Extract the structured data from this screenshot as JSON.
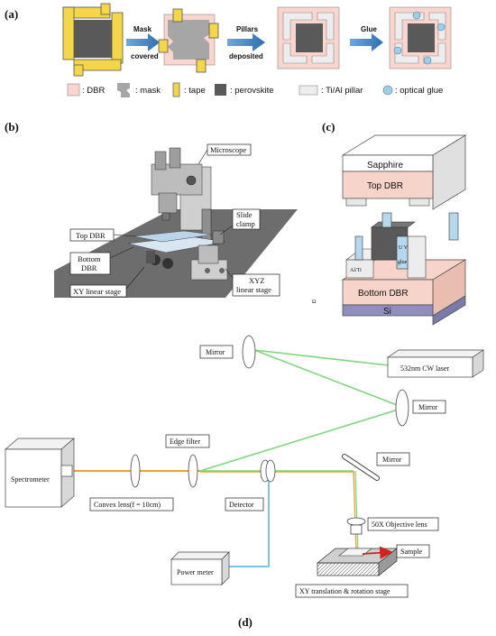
{
  "panels": {
    "a": "(a)",
    "b": "(b)",
    "c": "(c)",
    "d": "(d)"
  },
  "panel_a": {
    "step1_label_line1": "Mask",
    "step1_label_line2": "covered",
    "step2_label_line1": "Pillars",
    "step2_label_line2": "deposited",
    "step3_label": "Glue",
    "legend": {
      "dbr": ": DBR",
      "mask": ": mask",
      "tape": ": tape",
      "perovskite": ": perovskite",
      "pillar": ": Ti/Al pillar",
      "glue": ": optical glue"
    },
    "colors": {
      "dbr": "#fad5cd",
      "mask": "#a6a6a6",
      "tape": "#f5d648",
      "perovskite": "#595959",
      "pillar": "#ededed",
      "glue": "#9fcfe8"
    }
  },
  "panel_b": {
    "microscope": "Microscope",
    "slide_clamp_line1": "Slide",
    "slide_clamp_line2": "clamp",
    "top_dbr": "Top DBR",
    "bottom_dbr_line1": "Bottom",
    "bottom_dbr_line2": "DBR",
    "xy_stage": "XY linear stage",
    "xyz_stage_line1": "XYZ",
    "xyz_stage_line2": "linear stage",
    "stray_mark": "Ω"
  },
  "panel_c": {
    "sapphire": "Sapphire",
    "top_dbr": "Top DBR",
    "bottom_dbr": "Bottom DBR",
    "si": "Si",
    "al_ti": "Al/Ti",
    "uv_glue": "U V",
    "uv_glue_small": "glue",
    "colors": {
      "dbr": "#f6d4c9",
      "si": "#8f8fbe",
      "glue": "#b5d8ec"
    }
  },
  "panel_d": {
    "mirror_top": "Mirror",
    "laser": "532nm CW laser",
    "mirror_right": "Mirror",
    "spectrometer": "Spectrometer",
    "edge_filter": "Edge filter",
    "mirror_lower": "Mirror",
    "convex_lens": "Convex lens(f = 10cm)",
    "detector": "Detector",
    "objective": "50X Objective lens",
    "sample": "Sample",
    "power_meter": "Power meter",
    "stage": "XY translation & rotation stage",
    "colors": {
      "green_beam": "#7fd67f",
      "orange_beam": "#e8a33a",
      "blue_beam": "#7ec3e6"
    }
  }
}
